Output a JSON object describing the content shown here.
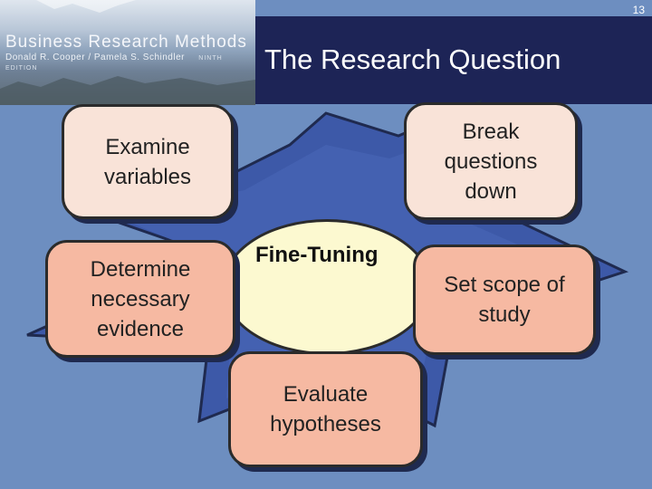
{
  "slide": {
    "number": "13",
    "title": "The Research Question"
  },
  "banner": {
    "book_title": "Business Research Methods",
    "authors": "Donald R. Cooper / Pamela S. Schindler",
    "edition": "NINTH EDITION"
  },
  "diagram": {
    "center": "Fine-Tuning",
    "nodes": {
      "examine": "Examine variables",
      "break": "Break questions down",
      "determine": "Determine necessary evidence",
      "set": "Set scope of study",
      "evaluate": "Evaluate hypotheses"
    }
  },
  "colors": {
    "background": "#6d8ec0",
    "title_box": "#1d2456",
    "star": "#3d59a8",
    "hub": "#fcf9d0",
    "node_light": "#f9e3d8",
    "node_salmon": "#f6b9a2"
  }
}
